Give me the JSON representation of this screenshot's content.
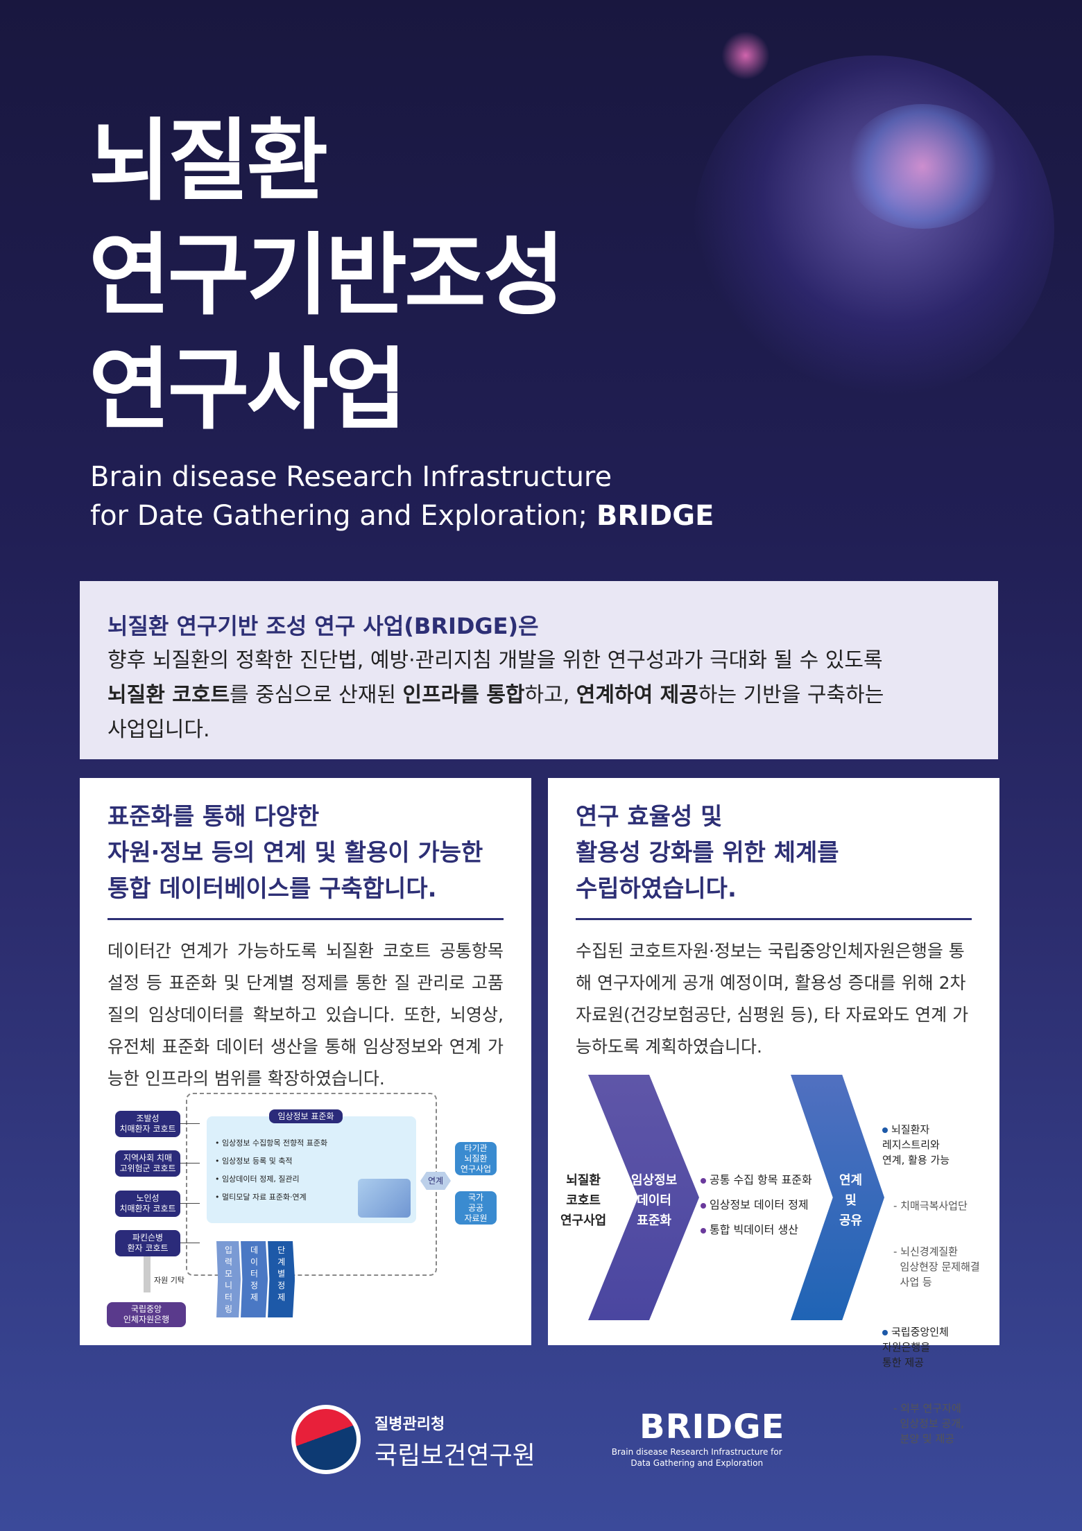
{
  "title": {
    "line1": "뇌질환",
    "line2": "연구기반조성",
    "line3": "연구사업"
  },
  "subtitle": {
    "line1": "Brain disease Research Infrastructure",
    "line2a": "for Date Gathering and Exploration; ",
    "line2b": "BRIDGE"
  },
  "intro": {
    "heading": "뇌질환 연구기반 조성 연구 사업(BRIDGE)은",
    "line2": "향후 뇌질환의 정확한 진단법, 예방·관리지침 개발을 위한 연구성과가 극대화 될 수 있도록",
    "line3a": "뇌질환 코호트",
    "line3b": "를 중심으로 산재된 ",
    "line3c": "인프라를 통합",
    "line3d": "하고, ",
    "line3e": "연계하여 제공",
    "line3f": "하는 기반을 구축하는",
    "line4": "사업입니다."
  },
  "left_card": {
    "heading": [
      "표준화를 통해 다양한",
      "자원·정보 등의 연계 및 활용이 가능한",
      "통합 데이터베이스를 구축합니다."
    ],
    "body": "데이터간 연계가 가능하도록 뇌질환 코호트 공통항목 설정 등 표준화 및 단계별 정제를 통한 질 관리로 고품질의 임상데이터를 확보하고 있습니다. 또한, 뇌영상, 유전체 표준화 데이터 생산을 통해 임상정보와 연계 가능한 인프라의 범위를 확장하였습니다.",
    "diagram": {
      "cohorts": [
        "조발성\n치매환자 코호트",
        "지역사회 치매\n고위험군 코호트",
        "노인성\n치매환자 코호트",
        "파킨슨병\n환자 코호트"
      ],
      "center_title": "임상정보 표준화",
      "bullets": [
        "임상정보 수집항목 전향적 표준화",
        "임상정보 등록 및 축적",
        "임상데이터 정제, 질관리",
        "멀티모달 자료 표준화·연계"
      ],
      "steps": [
        "입력 모니터링",
        "데이터 정제",
        "단계별 정제"
      ],
      "link": "연계",
      "right": [
        "타기관\n뇌질환\n연구사업",
        "국가\n공공\n자료원"
      ],
      "donate": "자원 기탁",
      "bank": "국립중앙\n인체자원은행"
    }
  },
  "right_card": {
    "heading": [
      "연구 효율성 및",
      "활용성 강화를 위한 체계를",
      "수립하였습니다."
    ],
    "body": "수집된 코호트자원·정보는 국립중앙인체자원은행을 통해 연구자에게 공개 예정이며, 활용성 증대를 위해 2차 자료원(건강보험공단, 심평원 등), 타 자료와도 연계 가능하도록 계획하였습니다.",
    "diagram": {
      "start": "뇌질환\n코호트\n연구사업",
      "chev1": "임상정보\n데이터\n표준화",
      "mid": [
        "공통 수집 항목 표준화",
        "임상정보 데이터 정제",
        "통합 빅데이터 생산"
      ],
      "chev2": "연계\n및\n공유",
      "r1": "뇌질환자\n레지스트리와\n연계, 활용 가능",
      "r1s": [
        "- 치매극복사업단",
        "- 뇌신경계질환\n  임상현장 문제해결\n  사업 등"
      ],
      "r2": "국립중앙인체\n자원은행을\n통한 제공",
      "r2s": [
        "- 외부 연구자에\n  임상정보 공개,\n  분양 및 제공"
      ]
    }
  },
  "footer": {
    "org_top": "질병관리청",
    "org_main": "국립보건연구원",
    "bridge_logo": "BRIDGE",
    "bridge_sub": "Brain disease Research Infrastructure for\nData Gathering and Exploration"
  },
  "colors": {
    "navy": "#2d2f75",
    "purple": "#5b4aa6",
    "blue": "#2f6fc0"
  }
}
